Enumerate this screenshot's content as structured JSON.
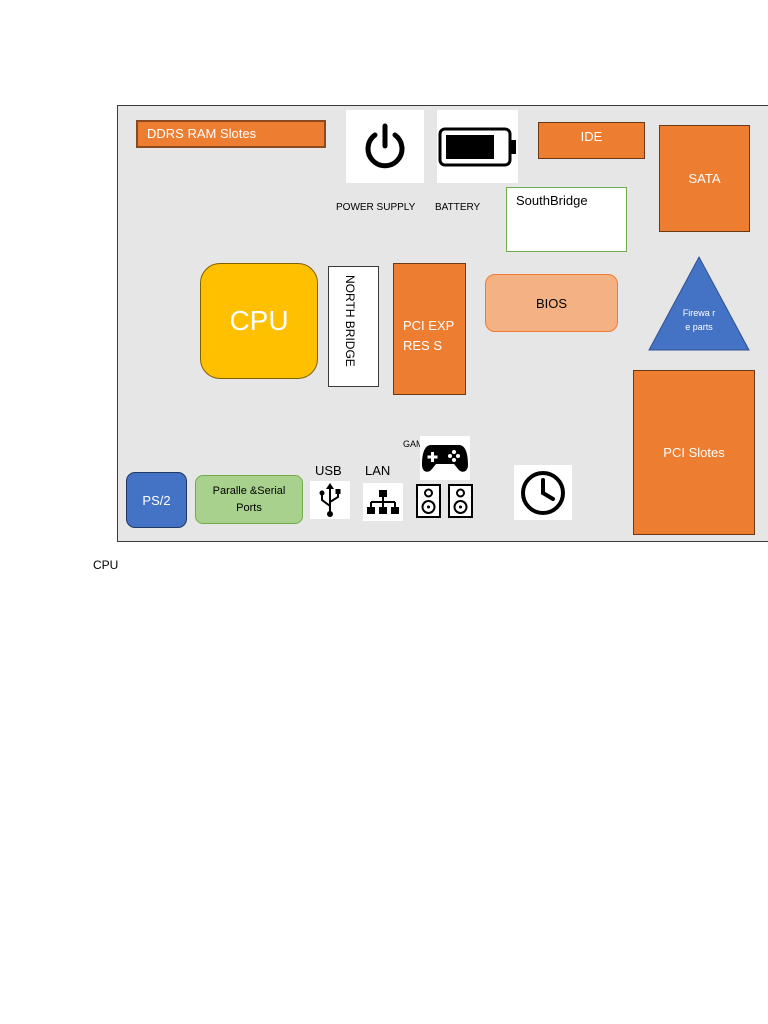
{
  "board": {
    "ram": "DDRS RAM Slotes",
    "power_supply": "POWER SUPPLY",
    "battery": "BATTERY",
    "ide": "IDE",
    "southbridge": "SouthBridge",
    "sata": "SATA",
    "cpu": "CPU",
    "northbridge": "NORTH BRIDGE",
    "pci_express": "PCI EXPRES S",
    "bios": "BIOS",
    "firewire": "Firewa re parts",
    "pci_slots": "PCI Slotes",
    "game_port": "GAME PORT",
    "usb": "USB",
    "lan": "LAN",
    "ps2": "PS/2",
    "parallel_serial": "Paralle &Serial Ports"
  },
  "caption": "CPU",
  "colors": {
    "orange": "#ed7d31",
    "cpu_yellow": "#ffc000",
    "bios_salmon": "#f4b183",
    "ps2_blue": "#4472c4",
    "parallel_green": "#a9d18e",
    "firewire_blue": "#4472c4",
    "board_gray": "#e6e6e6"
  },
  "icons": [
    "power-icon",
    "battery-icon",
    "usb-icon",
    "lan-network-icon",
    "gamepad-icon",
    "speakers-icon",
    "clock-icon"
  ]
}
